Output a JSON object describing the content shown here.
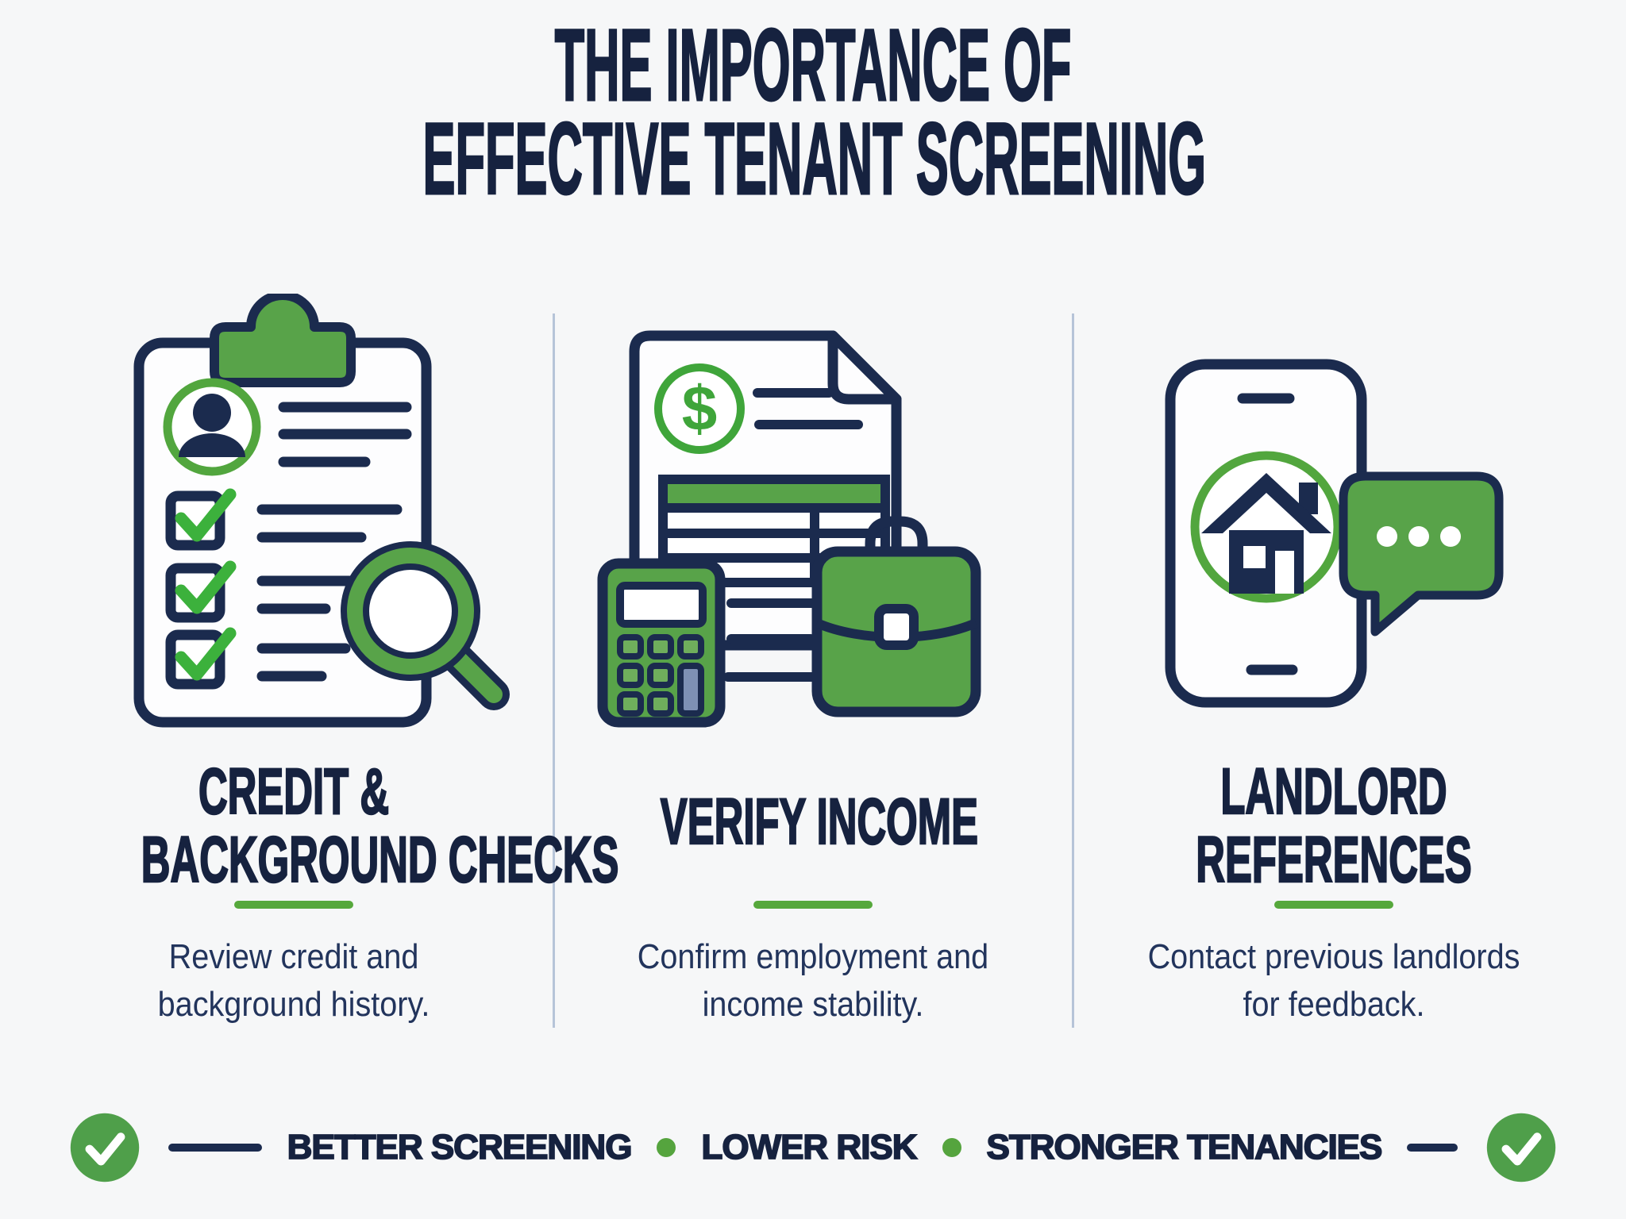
{
  "title": {
    "line1": "THE IMPORTANCE OF",
    "line2": "EFFECTIVE TENANT SCREENING"
  },
  "columns": [
    {
      "icon": "clipboard-checklist-magnifier-icon",
      "heading_line1": "CREDIT &",
      "heading_line2": "BACKGROUND CHECKS",
      "description_line1": "Review credit and",
      "description_line2": "background history."
    },
    {
      "icon": "income-document-calculator-briefcase-icon",
      "dollar_symbol": "$",
      "heading_line1": "VERIFY INCOME",
      "description_line1": "Confirm employment and",
      "description_line2": "income stability."
    },
    {
      "icon": "smartphone-house-chat-bubble-icon",
      "heading_line1": "LANDLORD",
      "heading_line2": "REFERENCES",
      "description_line1": "Contact previous landlords",
      "description_line2": "for feedback."
    }
  ],
  "footer": {
    "item1": "BETTER SCREENING",
    "item2": "LOWER RISK",
    "item3": "STRONGER TENANCIES"
  },
  "colors": {
    "background": "#f6f7f8",
    "navy": "#16223f",
    "icon_stroke_navy": "#1b2b4e",
    "green": "#58a349",
    "check_green": "#3cb13c",
    "underline_green": "#56a83c",
    "divider_blue": "#b6c4d8",
    "calculator_key_slate": "#7e90b4",
    "description_text": "#22345c"
  }
}
